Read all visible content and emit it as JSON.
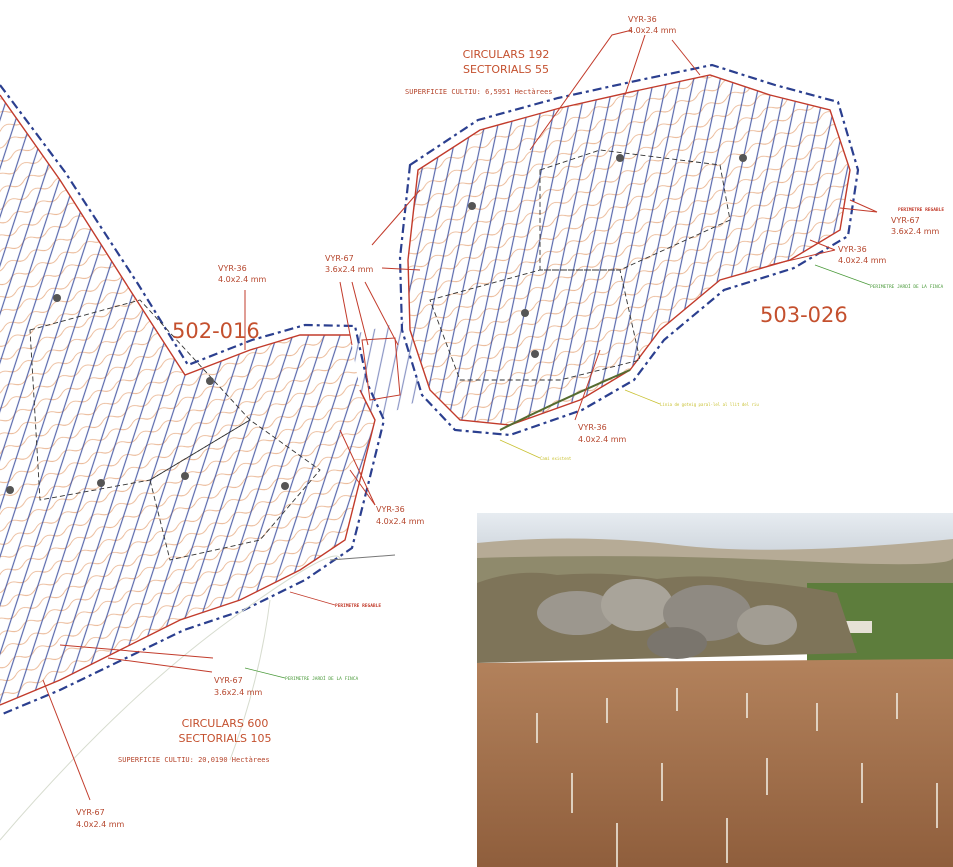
{
  "blocks": {
    "block_502": {
      "code": "502-016",
      "circulars": "CIRCULARS 600",
      "sectorials": "SECTORIALS 105",
      "surface": "SUPERFICIE CULTIU: 20,0190 Hectàrees"
    },
    "block_503": {
      "code": "503-026",
      "circulars": "CIRCULARS 192",
      "sectorials": "SECTORIALS 55",
      "surface": "SUPERFICIE CULTIU: 6,5951 Hectàrees"
    }
  },
  "callouts": {
    "c1": {
      "model": "VYR-36",
      "size": "4.0x2.4 mm"
    },
    "c2": {
      "model": "VYR-36",
      "size": "4.0x2.4 mm"
    },
    "c3": {
      "model": "VYR-67",
      "size": "3.6x2.4 mm"
    },
    "c4": {
      "model": "VYR-67",
      "size": "3.6x2.4 mm"
    },
    "c5": {
      "model": "VYR-36",
      "size": "4.0x2.4 mm"
    },
    "c6": {
      "model": "VYR-36",
      "size": "4.0x2.4 mm"
    },
    "c7": {
      "model": "VYR-36",
      "size": "4.0x2.4 mm"
    },
    "c8": {
      "model": "VYR-67",
      "size": "3.6x2.4 mm"
    },
    "c9": {
      "model": "VYR-67",
      "size": "4.0x2.4 mm"
    }
  },
  "legend": {
    "perimetre_regable": "PERIMETRE REGABLE",
    "perimetre_jardi": "PERIMETRE JARDÍ DE LA FINCA",
    "linia_goteig": "Línia de goteig paral·lel al llit del riu",
    "camí": "Camí existent"
  },
  "colors": {
    "outline": "#2b3f8f",
    "perimeter": "#c23b2b",
    "contour": "#e2a57e",
    "callout_text": "#b5452c",
    "soil": "#a8754e",
    "sky": "#dfe5ec"
  }
}
